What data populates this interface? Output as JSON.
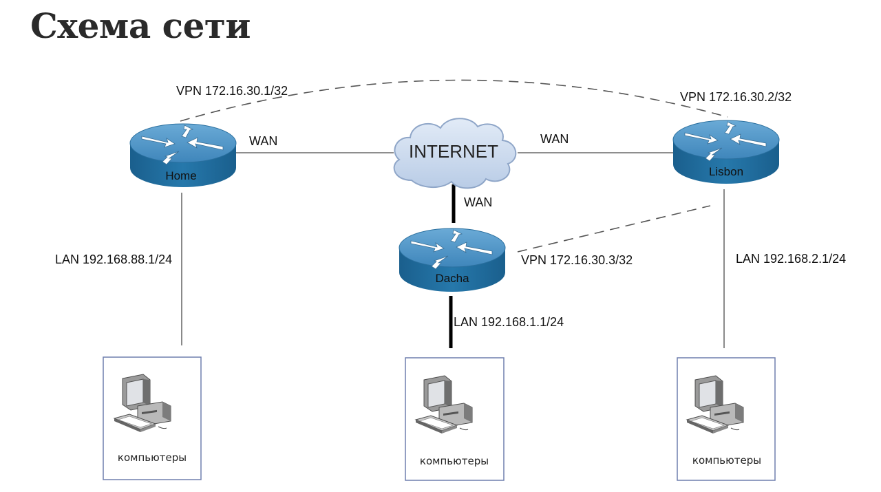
{
  "title": "Схема сети",
  "internet": {
    "label": "INTERNET"
  },
  "routers": {
    "home": {
      "label": "Home"
    },
    "lisbon": {
      "label": "Lisbon"
    },
    "dacha": {
      "label": "Dacha"
    }
  },
  "links": {
    "home_wan": "WAN",
    "lisbon_wan": "WAN",
    "dacha_wan": "WAN",
    "home_vpn": "VPN 172.16.30.1/32",
    "lisbon_vpn": "VPN 172.16.30.2/32",
    "dacha_vpn": "VPN 172.16.30.3/32",
    "home_lan": "LAN 192.168.88.1/24",
    "lisbon_lan": "LAN 192.168.2.1/24",
    "dacha_lan": "LAN 192.168.1.1/24"
  },
  "computers": {
    "home": {
      "label": "компьютеры"
    },
    "dacha": {
      "label": "компьютеры"
    },
    "lisbon": {
      "label": "компьютеры"
    }
  },
  "colors": {
    "router_top": "#5a9ccc",
    "router_side": "#1f6c9e",
    "cloud_fill": "#c9d8ec",
    "cloud_stroke": "#8fa6c8",
    "box_border": "#6f7fae"
  }
}
